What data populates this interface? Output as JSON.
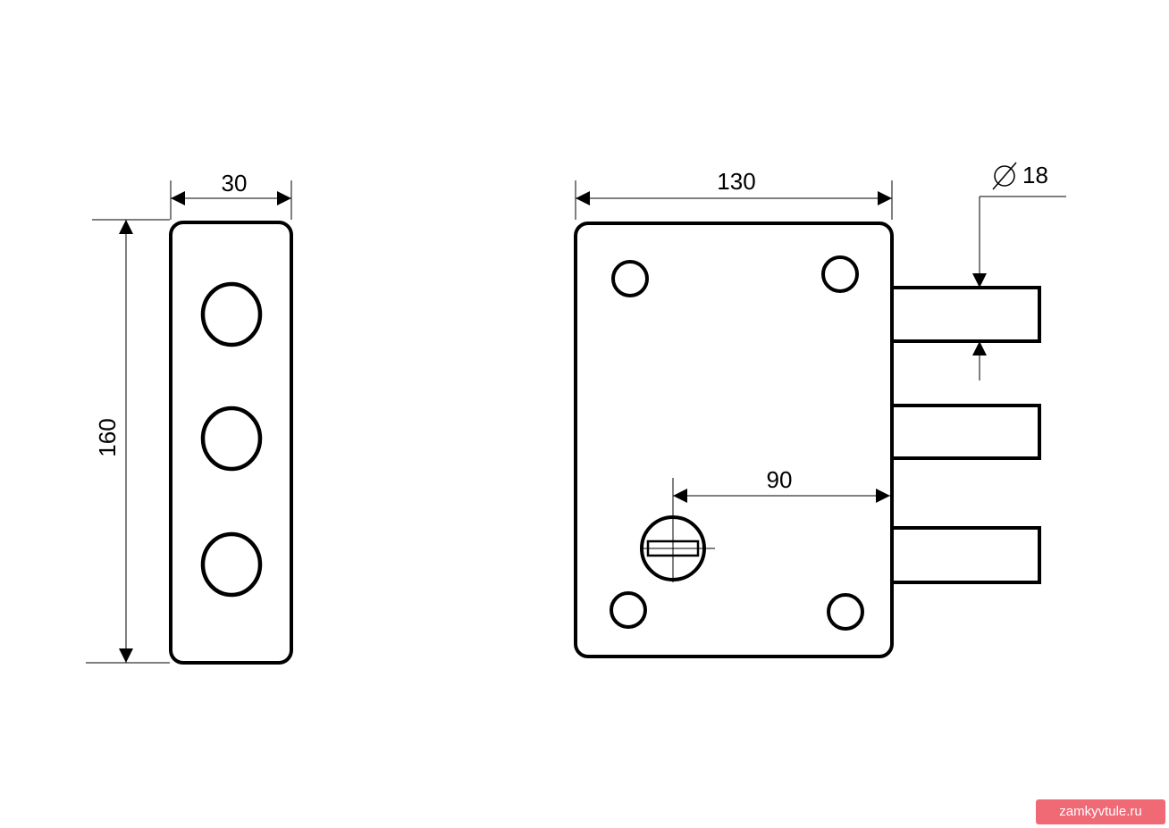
{
  "dimensions": {
    "strike_width": "30",
    "strike_height": "160",
    "lock_width": "130",
    "key_offset": "90",
    "bolt_diameter": "18"
  },
  "watermark": {
    "text": "zamkyvtule.ru",
    "color": "#f06a76"
  },
  "colors": {
    "line": "#000000",
    "background": "#ffffff"
  }
}
